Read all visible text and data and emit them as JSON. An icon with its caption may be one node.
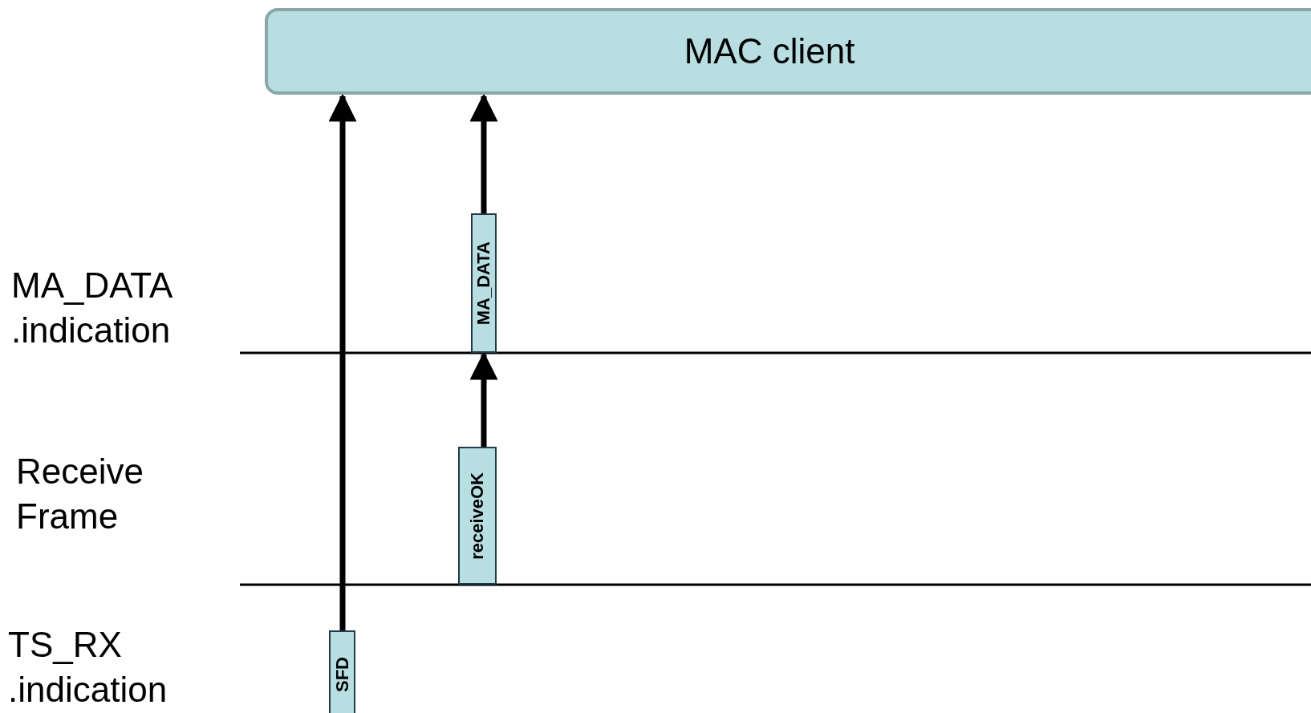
{
  "diagram": {
    "nodes": [
      {
        "text": [
          "MAC client"
        ]
      },
      {
        "text": [
          "MA_DATA"
        ]
      },
      {
        "text": [
          "receiveOK"
        ]
      },
      {
        "text": [
          "SFD"
        ]
      }
    ],
    "edges": [
      {
        "from": 3,
        "to": 0,
        "arrow": "to"
      },
      {
        "from": 1,
        "to": 0,
        "arrow": "to"
      },
      {
        "from": 2,
        "to": 1,
        "arrow": "to"
      }
    ],
    "labels": [
      "MA_DATA .indication",
      "Receive Frame",
      "TS_RX .indication"
    ]
  }
}
